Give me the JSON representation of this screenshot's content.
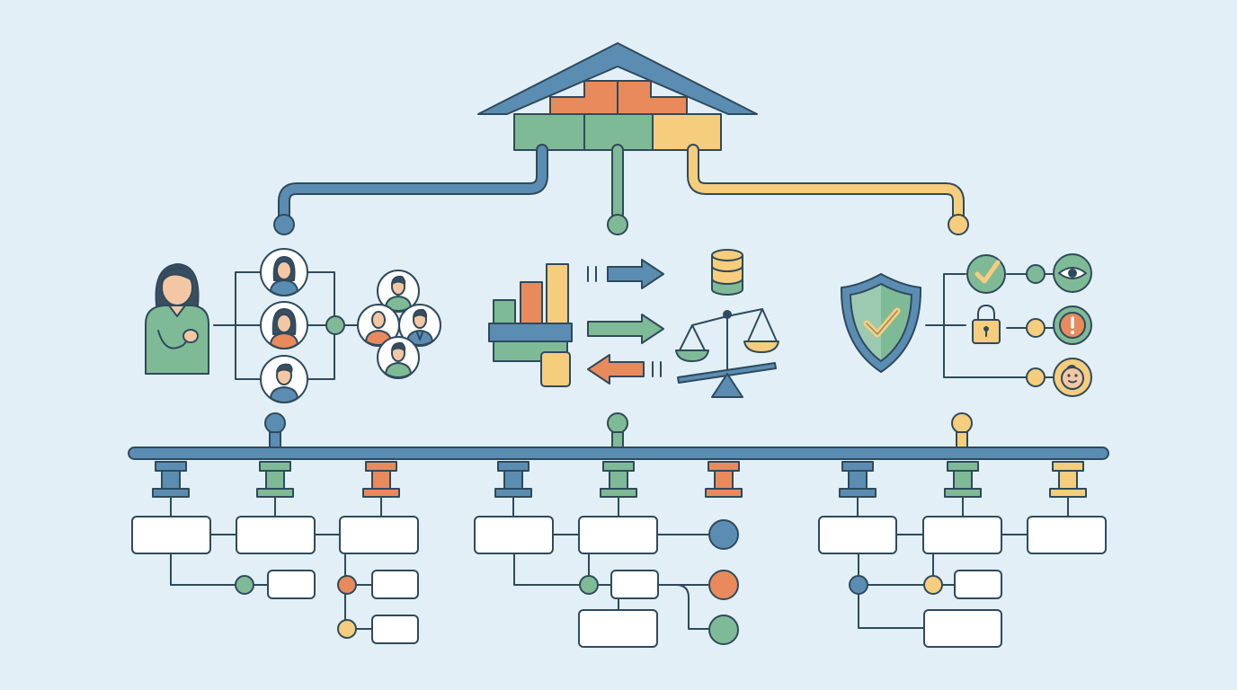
{
  "colors": {
    "background": "#e2eff6",
    "outline": "#2f4a5c",
    "blue": "#5b8db3",
    "green": "#7fba96",
    "orange": "#e98a5c",
    "yellow": "#f6cd7c",
    "box_fill": "#ffffff",
    "skin": "#f4c7a4",
    "hair": "#3b4e60"
  },
  "header": {
    "icon": "house-roof-blocks-icon"
  },
  "pillars": [
    {
      "name": "people",
      "color": "blue",
      "icons": [
        "person-icon",
        "team-member-icon",
        "team-member-icon",
        "team-member-icon",
        "group-icon"
      ]
    },
    {
      "name": "data-finance",
      "color": "green",
      "icons": [
        "bar-chart-icon",
        "arrow-right-icon",
        "arrow-left-icon",
        "coin-stack-icon",
        "balance-scale-icon"
      ]
    },
    {
      "name": "security",
      "color": "yellow",
      "icons": [
        "shield-check-icon",
        "checkmark-icon",
        "eye-icon",
        "lock-icon",
        "alert-icon",
        "baby-face-icon"
      ]
    }
  ],
  "bus": {
    "connector_colors": [
      "blue",
      "green",
      "orange",
      "blue",
      "green",
      "orange",
      "blue",
      "green",
      "yellow"
    ]
  }
}
